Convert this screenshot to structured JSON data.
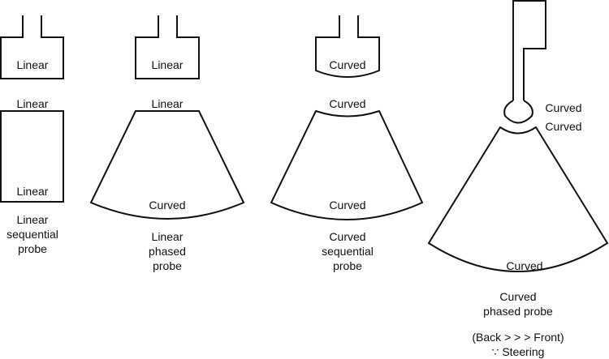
{
  "probe1": {
    "head": "Linear",
    "face": "Linear",
    "beam_bottom": "Linear",
    "caption": [
      "Linear",
      "sequential",
      "probe"
    ]
  },
  "probe2": {
    "head": "Linear",
    "face": "Linear",
    "beam_bottom": "Curved",
    "caption": [
      "Linear",
      "phased",
      "probe"
    ]
  },
  "probe3": {
    "head": "Curved",
    "face": "Curved",
    "beam_bottom": "Curved",
    "caption": [
      "Curved",
      "sequential",
      "probe"
    ]
  },
  "probe4": {
    "head": "Curved",
    "face": "Curved",
    "beam_bottom": "Curved",
    "caption": [
      "Curved",
      "phased probe"
    ],
    "note": [
      "(Back > > > Front)",
      "∵ Steering"
    ]
  }
}
